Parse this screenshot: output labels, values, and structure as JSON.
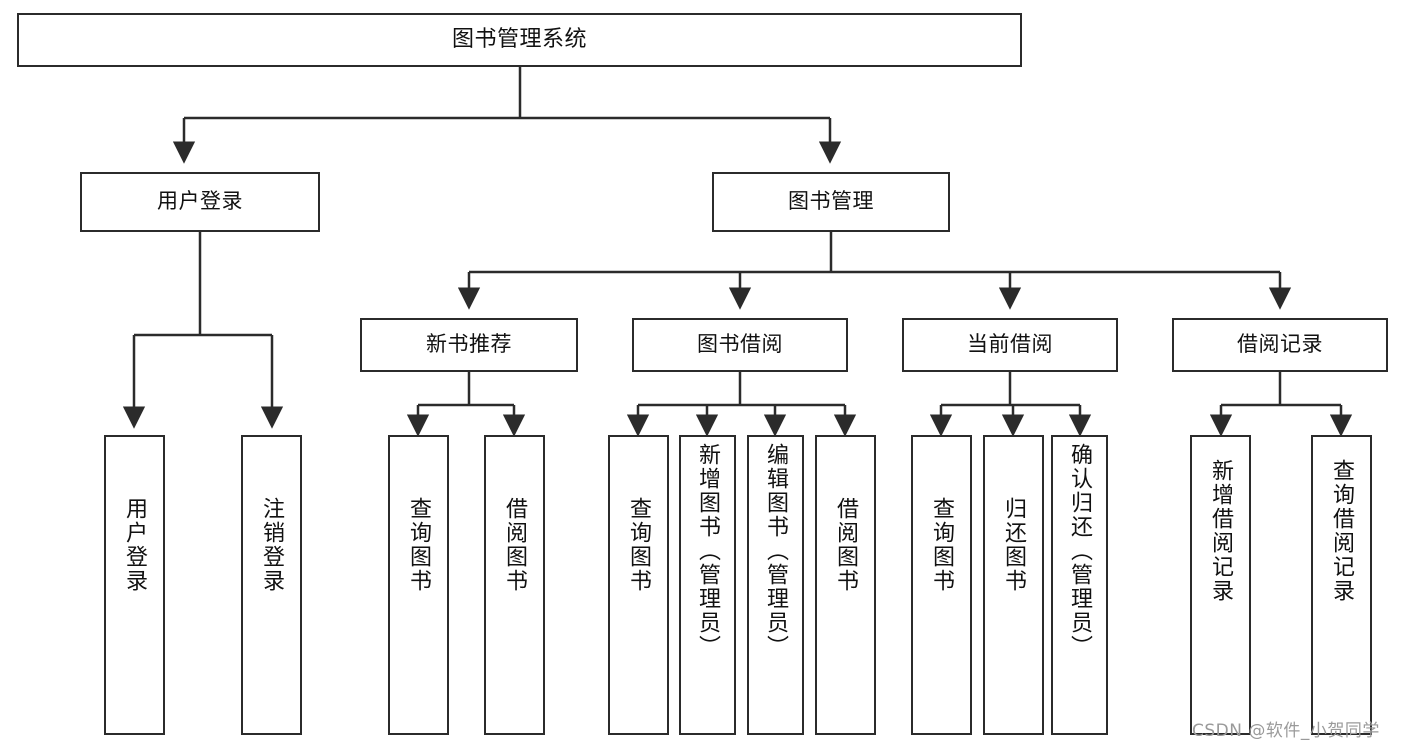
{
  "diagram": {
    "title": "图书管理系统",
    "type": "tree",
    "root": {
      "label": "图书管理系统"
    },
    "level2": [
      {
        "label": "用户登录"
      },
      {
        "label": "图书管理"
      }
    ],
    "level3": [
      {
        "label": "新书推荐"
      },
      {
        "label": "图书借阅"
      },
      {
        "label": "当前借阅"
      },
      {
        "label": "借阅记录"
      }
    ],
    "leaves": {
      "user_login": [
        {
          "label": "用户登录"
        },
        {
          "label": "注销登录"
        }
      ],
      "new_book_recommend": [
        {
          "label": "查询图书"
        },
        {
          "label": "借阅图书"
        }
      ],
      "book_borrow": [
        {
          "label": "查询图书"
        },
        {
          "label": "新增图书（管理员）"
        },
        {
          "label": "编辑图书（管理员）"
        },
        {
          "label": "借阅图书"
        }
      ],
      "current_borrow": [
        {
          "label": "查询图书"
        },
        {
          "label": "归还图书"
        },
        {
          "label": "确认归还（管理员）"
        }
      ],
      "borrow_record": [
        {
          "label": "新增借阅记录"
        },
        {
          "label": "查询借阅记录"
        }
      ]
    }
  },
  "watermark": {
    "text": "CSDN @软件_小贺同学"
  },
  "colors": {
    "stroke": "#2b2b2b",
    "background": "#ffffff",
    "text": "#111111",
    "watermark": "#9a9a9a"
  }
}
